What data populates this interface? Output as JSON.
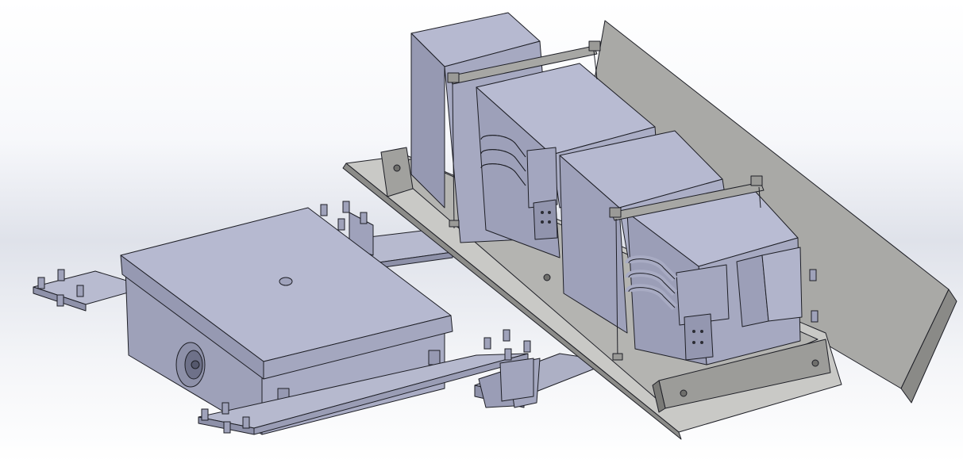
{
  "viewport": {
    "background_top": "#ffffff",
    "background_mid": "#dfe2ea"
  },
  "colors": {
    "blue_top": "#b4b7cf",
    "blue_side": "#9a9db6",
    "blue_dark": "#7f829c",
    "gray_light": "#c7c7c4",
    "gray_mid": "#a8a8a5",
    "gray_dark": "#8a8a87",
    "edge": "#1e1f26"
  },
  "model": {
    "parts": [
      "enclosure-box",
      "mounting-strap-left",
      "mounting-strap-lower",
      "mounting-strap-middle",
      "tilted-tray",
      "transformer-upper",
      "transformer-lower",
      "u-bolt-clamps",
      "conduit-fitting"
    ]
  }
}
